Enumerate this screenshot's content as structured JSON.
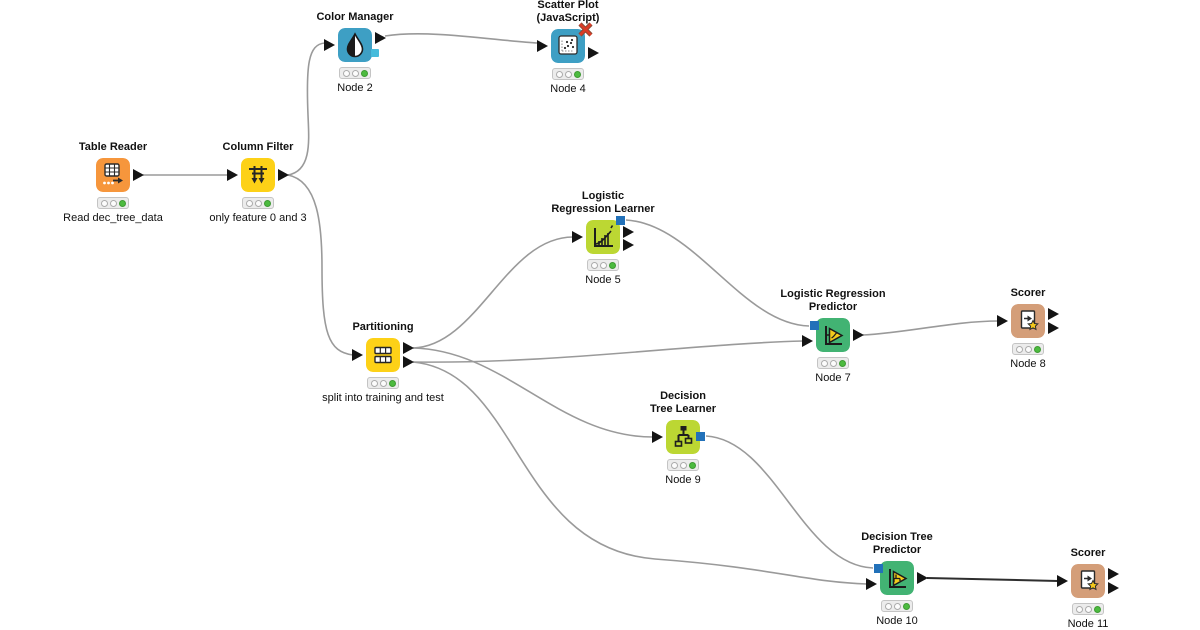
{
  "workflow": {
    "colors": {
      "reader_orange": "#F6963C",
      "manipulator_yellow": "#FDD117",
      "view_teal": "#3E9FC4",
      "learner_lime": "#BCD733",
      "predictor_green": "#42B373",
      "scorer_tan": "#D49E79",
      "model_port_blue": "#2271B9",
      "wire_gray": "#9a9a9a",
      "wire_selected": "#2e2e2e",
      "status_green": "#4CBB3F"
    },
    "nodes": [
      {
        "name": "Table Reader",
        "title": "Table Reader",
        "label": "Read dec_tree_data",
        "status": "executed"
      },
      {
        "name": "Column Filter",
        "title": "Column Filter",
        "label": "only feature 0 and 3",
        "status": "executed"
      },
      {
        "name": "Color Manager",
        "title": "Color Manager",
        "label": "Node 2",
        "status": "executed"
      },
      {
        "name": "Scatter Plot (JavaScript)",
        "title": "Scatter Plot\n(JavaScript)",
        "label": "Node 4",
        "status": "executed"
      },
      {
        "name": "Logistic Regression Learner",
        "title": "Logistic\nRegression Learner",
        "label": "Node 5",
        "status": "executed"
      },
      {
        "name": "Partitioning",
        "title": "Partitioning",
        "label": "split into training and test",
        "status": "executed"
      },
      {
        "name": "Logistic Regression Predictor",
        "title": "Logistic Regression\nPredictor",
        "label": "Node 7",
        "status": "executed"
      },
      {
        "name": "Scorer",
        "title": "Scorer",
        "label": "Node 8",
        "status": "executed"
      },
      {
        "name": "Decision Tree Learner",
        "title": "Decision\nTree Learner",
        "label": "Node 9",
        "status": "executed"
      },
      {
        "name": "Decision Tree Predictor",
        "title": "Decision Tree\nPredictor",
        "label": "Node 10",
        "status": "executed"
      },
      {
        "name": "Scorer",
        "title": "Scorer",
        "label": "Node 11",
        "status": "executed"
      }
    ],
    "connections": [
      {
        "from": "Table Reader",
        "to": "Column Filter",
        "type": "data"
      },
      {
        "from": "Column Filter",
        "to": "Color Manager",
        "type": "data"
      },
      {
        "from": "Column Filter",
        "to": "Partitioning",
        "type": "data"
      },
      {
        "from": "Color Manager",
        "to": "Scatter Plot (JavaScript)",
        "type": "data"
      },
      {
        "from": "Partitioning (train)",
        "to": "Logistic Regression Learner",
        "type": "data"
      },
      {
        "from": "Partitioning (train)",
        "to": "Decision Tree Learner",
        "type": "data"
      },
      {
        "from": "Partitioning (test)",
        "to": "Logistic Regression Predictor",
        "type": "data"
      },
      {
        "from": "Partitioning (test)",
        "to": "Decision Tree Predictor",
        "type": "data"
      },
      {
        "from": "Logistic Regression Learner",
        "to": "Logistic Regression Predictor",
        "type": "model"
      },
      {
        "from": "Decision Tree Learner",
        "to": "Decision Tree Predictor",
        "type": "model"
      },
      {
        "from": "Logistic Regression Predictor",
        "to": "Scorer (Node 8)",
        "type": "data"
      },
      {
        "from": "Decision Tree Predictor",
        "to": "Scorer (Node 11)",
        "type": "data"
      }
    ]
  }
}
